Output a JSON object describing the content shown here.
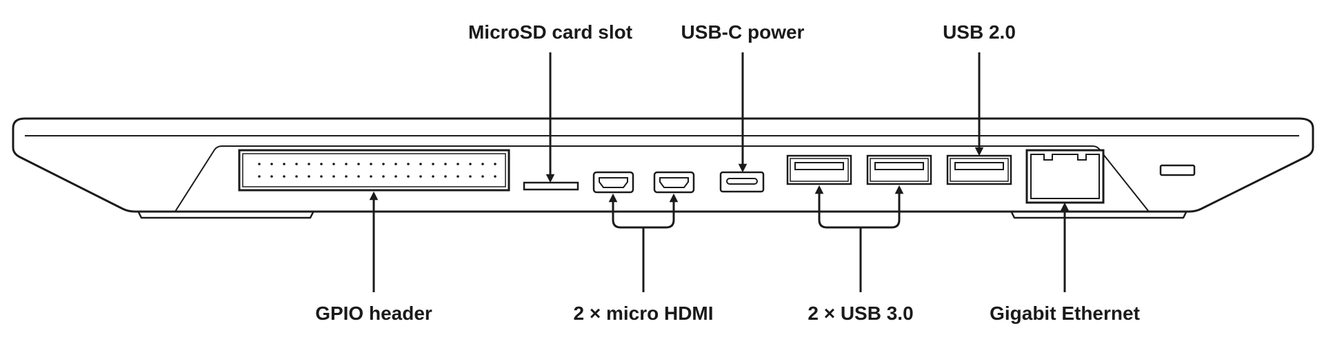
{
  "labels": {
    "microsd": "MicroSD card slot",
    "usbc": "USB-C power",
    "usb2": "USB 2.0",
    "gpio": "GPIO header",
    "hdmi": "2 × micro HDMI",
    "usb3": "2 × USB 3.0",
    "ethernet": "Gigabit Ethernet"
  }
}
